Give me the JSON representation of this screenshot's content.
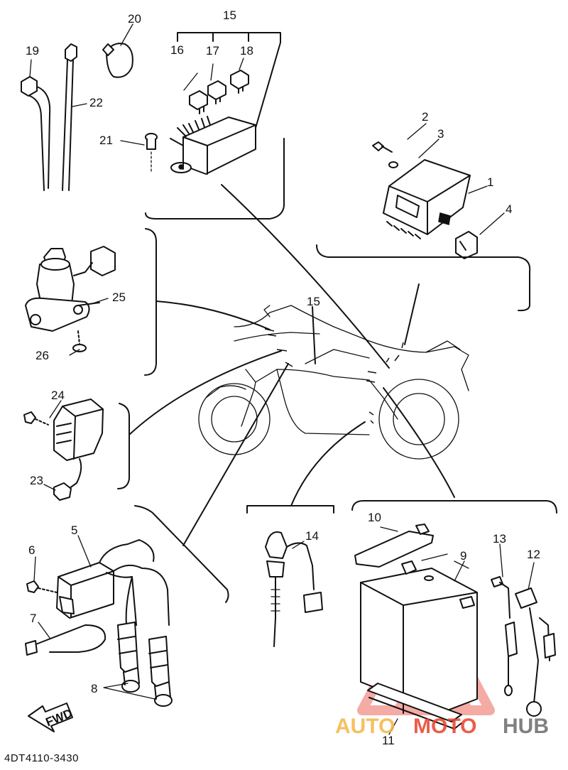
{
  "diagram": {
    "callouts": {
      "p1": "1",
      "p2": "2",
      "p3": "3",
      "p4": "4",
      "p5": "5",
      "p6": "6",
      "p7": "7",
      "p8": "8",
      "p9": "9",
      "p10": "10",
      "p11": "11",
      "p12": "12",
      "p13": "13",
      "p14": "14",
      "p15_top": "15",
      "p15_bike": "15",
      "p16": "16",
      "p17": "17",
      "p18": "18",
      "p19": "19",
      "p20": "20",
      "p21": "21",
      "p22": "22",
      "p23": "23",
      "p24": "24",
      "p25": "25",
      "p26": "26"
    },
    "fwd_label": "FWD",
    "drawing_code": "4DT4110-3430"
  },
  "watermark": {
    "text_left": "AUTO",
    "text_middle": "MOTO",
    "text_right": "HUB",
    "color_orange": "#f5b642",
    "color_red": "#e8402a",
    "color_gray": "#6b6b6b"
  }
}
